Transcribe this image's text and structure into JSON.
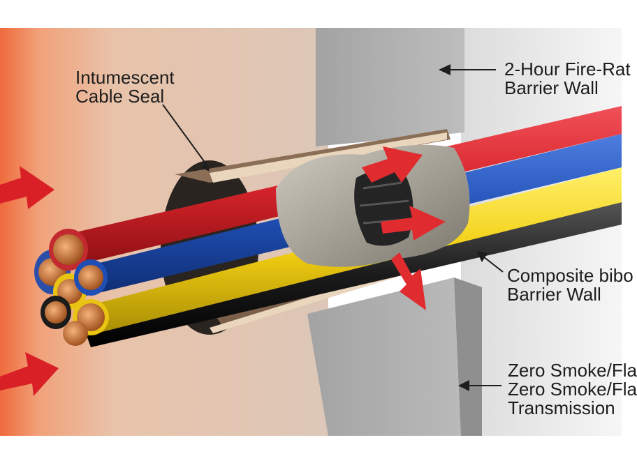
{
  "labels": {
    "intumescent_seal": {
      "line1": "Intumescent",
      "line2": "Cable Seal"
    },
    "fire_rated_wall": {
      "line1": "2-Hour Fire-Rat",
      "line2": "Barrier Wall"
    },
    "composite_wall": {
      "line1": "Composite bibo",
      "line2": "Barrier Wall"
    },
    "zero_smoke": {
      "line1": "Zero Smoke/Fla",
      "line2": "Zero Smoke/Fla",
      "line3": "Transmission"
    }
  },
  "cable_colors": {
    "red": "#d8242b",
    "blue": "#1f4fb5",
    "yellow": "#f2cf12",
    "black": "#1b1b1b",
    "copper": "#c9733a"
  },
  "arrow_color": "#d92026",
  "icons": [
    "heat-arrow-icon",
    "heat-arrow-icon",
    "flow-arrow-icon",
    "pointer-arrow-icon"
  ]
}
